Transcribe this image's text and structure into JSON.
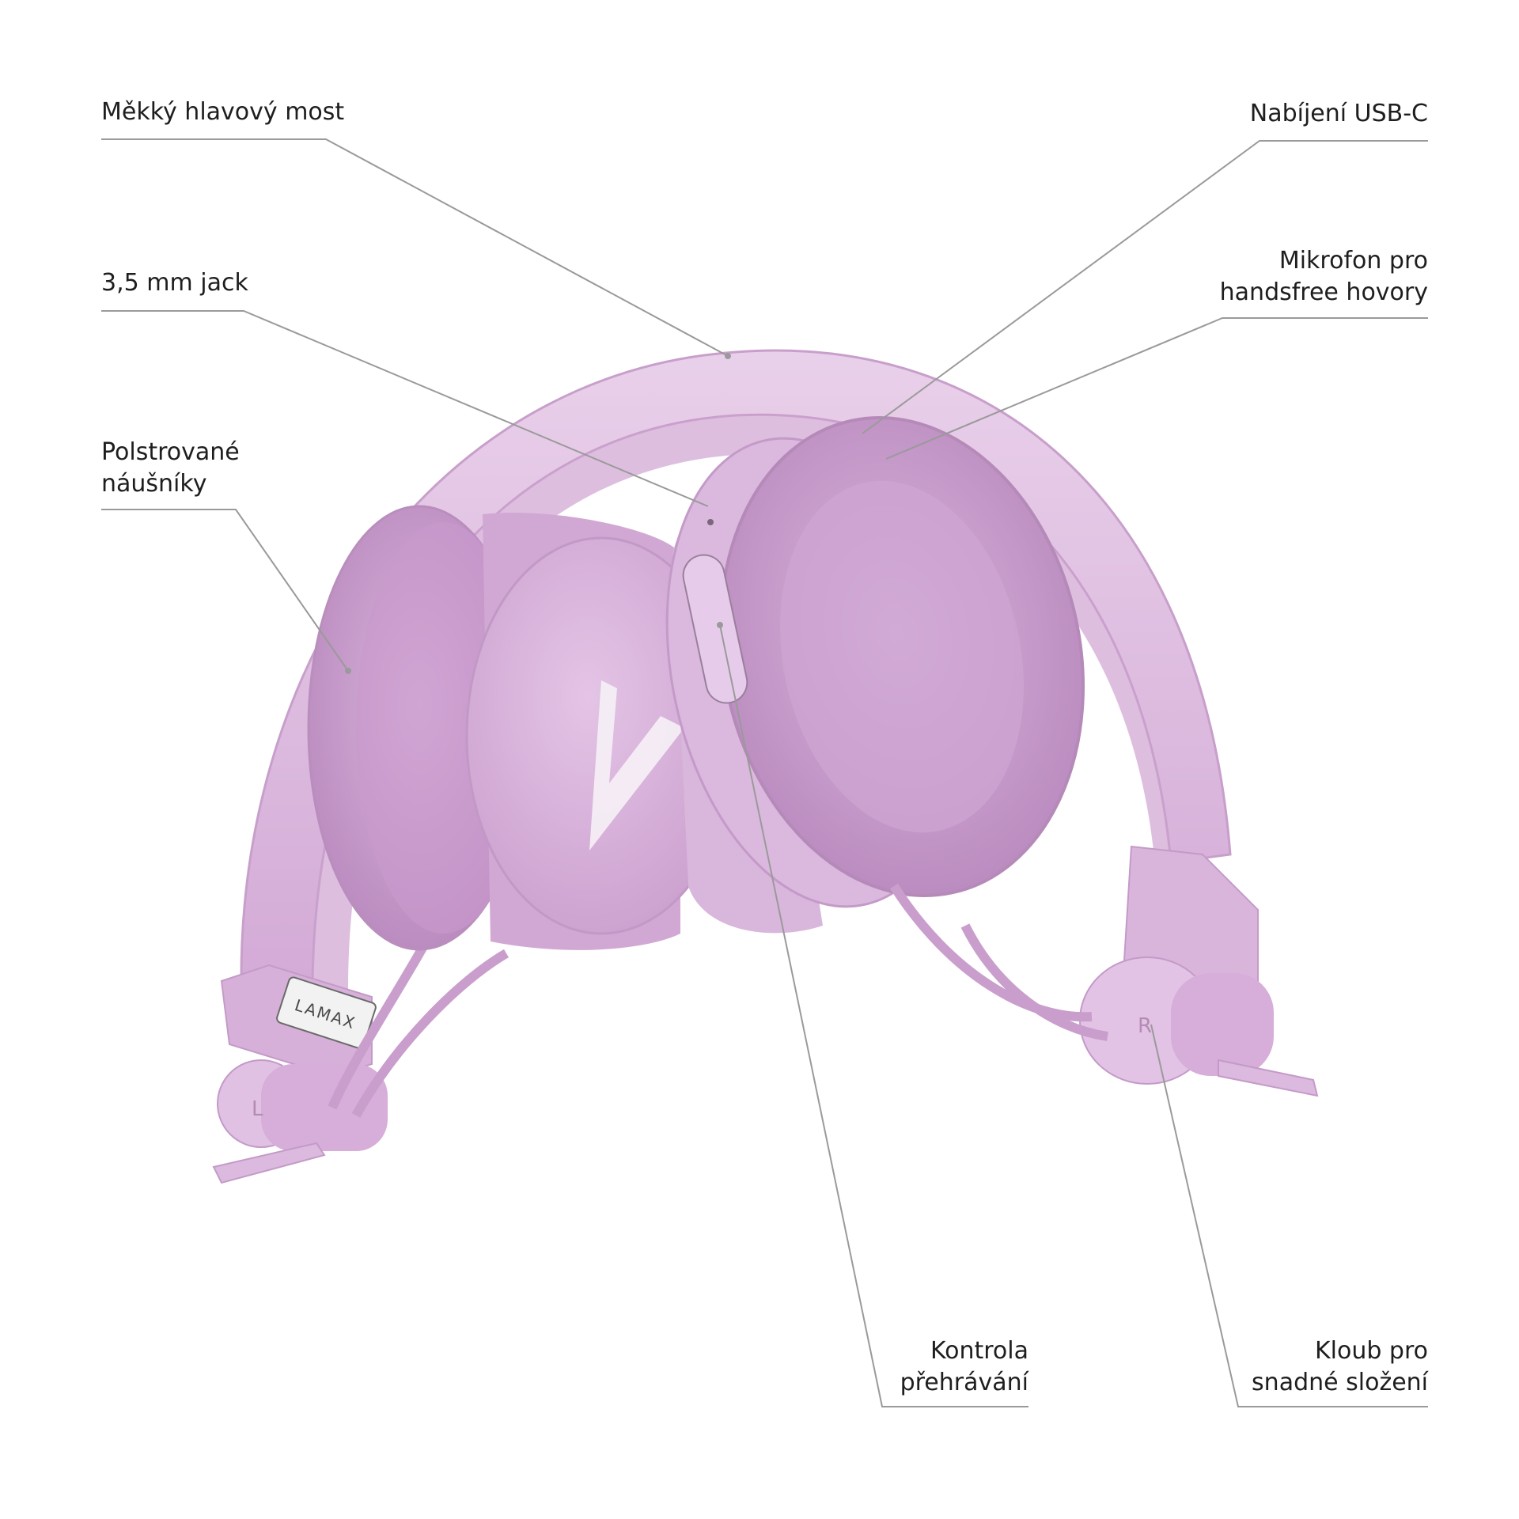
{
  "colors": {
    "background": "#ffffff",
    "headphone_main": "#dcb8df",
    "headphone_light": "#e8cdea",
    "headphone_shadow": "#c79dca",
    "cushion": "#d0a8d4",
    "leader_line": "#9a9a9a",
    "text": "#1e1e1e"
  },
  "callouts": {
    "headband": {
      "lines": [
        "Měkký hlavový most"
      ]
    },
    "usb_c": {
      "lines": [
        "Nabíjení USB-C"
      ]
    },
    "jack": {
      "lines": [
        "3,5 mm jack"
      ]
    },
    "microphone": {
      "lines": [
        "Mikrofon pro",
        "handsfree hovory"
      ]
    },
    "ear_cushions": {
      "lines": [
        "Polstrované",
        "náušníky"
      ]
    },
    "playback": {
      "lines": [
        "Kontrola",
        "přehrávání"
      ]
    },
    "hinge": {
      "lines": [
        "Kloub pro",
        "snadné složení"
      ]
    }
  },
  "product": {
    "brand_logo_text": "LAMAX",
    "left_marker": "L",
    "right_marker": "R"
  }
}
